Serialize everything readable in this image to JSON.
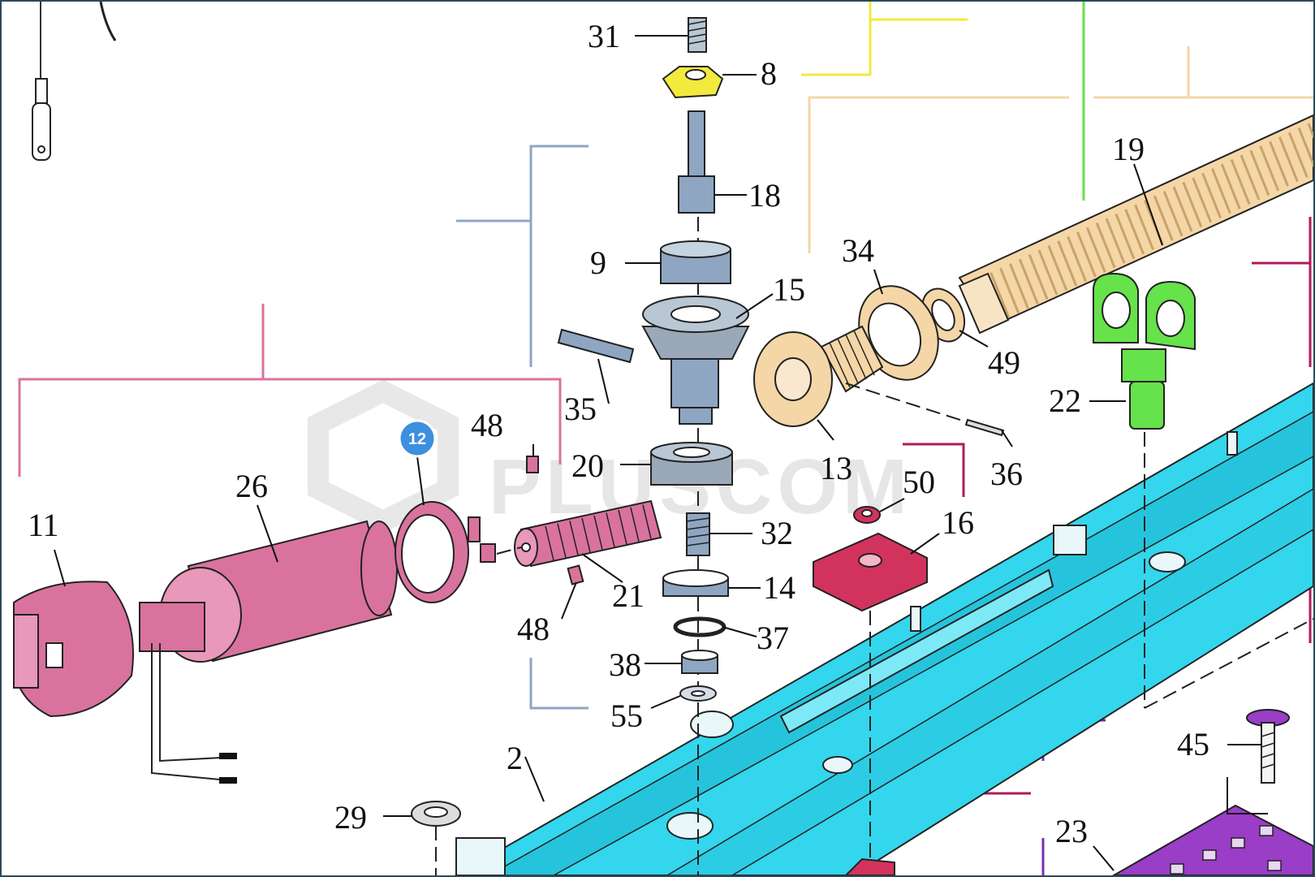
{
  "watermark": {
    "text": "PLUSCOM"
  },
  "badge": {
    "text": "12"
  },
  "colors": {
    "motor_pink": "#d9739e",
    "rail_cyan": "#33d6ec",
    "steel_blue": "#8ea6c2",
    "gear_gray": "#9aa8b8",
    "yellow_part": "#f2ea3c",
    "tan_spring": "#f5d6a6",
    "green_part": "#66e24a",
    "crimson_part": "#d2335c",
    "purple_part": "#9a3dc7",
    "badge_blue": "#3d8fe0"
  },
  "labels": [
    {
      "id": "31",
      "text": "31"
    },
    {
      "id": "8",
      "text": "8"
    },
    {
      "id": "18",
      "text": "18"
    },
    {
      "id": "9",
      "text": "9"
    },
    {
      "id": "15",
      "text": "15"
    },
    {
      "id": "19",
      "text": "19"
    },
    {
      "id": "34",
      "text": "34"
    },
    {
      "id": "49",
      "text": "49"
    },
    {
      "id": "35",
      "text": "35"
    },
    {
      "id": "22",
      "text": "22"
    },
    {
      "id": "48a",
      "text": "48"
    },
    {
      "id": "20",
      "text": "20"
    },
    {
      "id": "13",
      "text": "13"
    },
    {
      "id": "36",
      "text": "36"
    },
    {
      "id": "50",
      "text": "50"
    },
    {
      "id": "26",
      "text": "26"
    },
    {
      "id": "11",
      "text": "11"
    },
    {
      "id": "32",
      "text": "32"
    },
    {
      "id": "16",
      "text": "16"
    },
    {
      "id": "21",
      "text": "21"
    },
    {
      "id": "14",
      "text": "14"
    },
    {
      "id": "48b",
      "text": "48"
    },
    {
      "id": "37",
      "text": "37"
    },
    {
      "id": "38",
      "text": "38"
    },
    {
      "id": "55",
      "text": "55"
    },
    {
      "id": "2",
      "text": "2"
    },
    {
      "id": "45",
      "text": "45"
    },
    {
      "id": "29",
      "text": "29"
    },
    {
      "id": "23",
      "text": "23"
    }
  ]
}
